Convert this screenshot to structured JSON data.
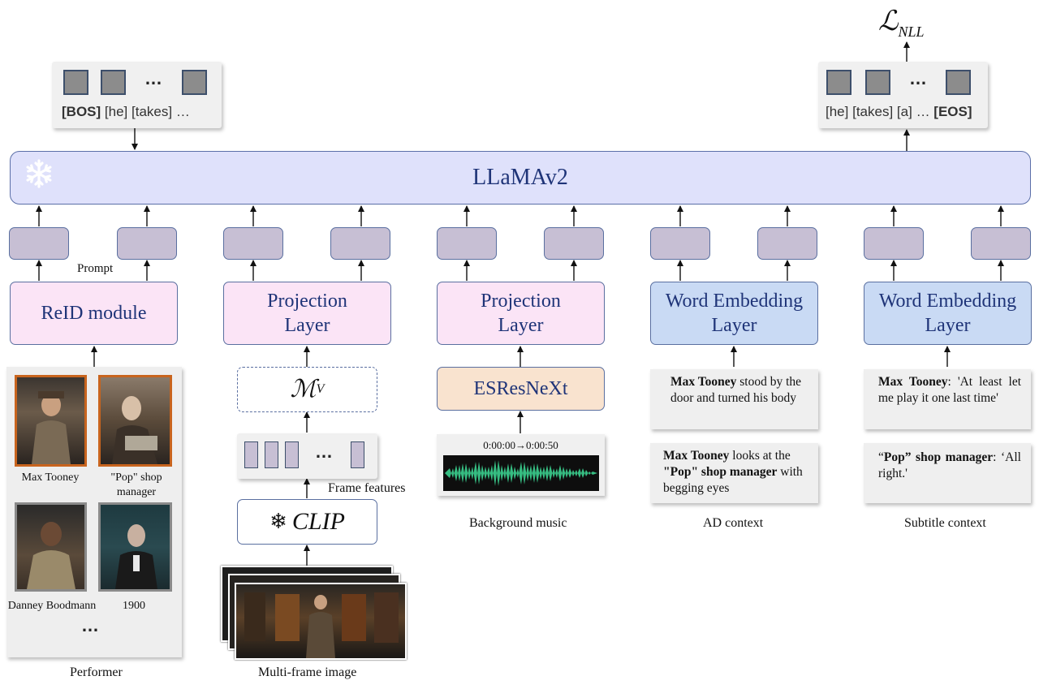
{
  "loss": {
    "symbol": "ℒ",
    "subscript": "NLL"
  },
  "input_tokens": {
    "dots": "…",
    "labels": [
      "[BOS]",
      "[he]",
      "[takes]",
      "…"
    ]
  },
  "output_tokens": {
    "dots": "…",
    "labels": [
      "[he]",
      "[takes]",
      "[a]",
      "…",
      "[EOS]"
    ]
  },
  "llm": {
    "label": "LLaMAv2",
    "frozen_icon": "snowflake-icon"
  },
  "prompt_label": "Prompt",
  "modules": {
    "reid": "ReID module",
    "projection_visual": [
      "Projection",
      "Layer"
    ],
    "projection_audio": [
      "Projection",
      "Layer"
    ],
    "word_embedding_ad": [
      "Word Embedding",
      "Layer"
    ],
    "word_embedding_sub": [
      "Word Embedding",
      "Layer"
    ]
  },
  "visual_branch": {
    "mv": {
      "symbol": "ℳ",
      "subscript": "V"
    },
    "frame_dots": "…",
    "frame_features_label": "Frame features",
    "clip_label": "CLIP",
    "caption": "Multi-frame image"
  },
  "audio_branch": {
    "encoder": "ESResNeXt",
    "timestamp": "0:00:00→0:00:50",
    "caption": "Background music"
  },
  "performers": {
    "items": [
      {
        "name": "Max Tooney"
      },
      {
        "name": "\"Pop\" shop manager"
      },
      {
        "name": "Danney Boodmann"
      },
      {
        "name": "1900"
      }
    ],
    "more": "…",
    "caption": "Performer"
  },
  "ad_context": {
    "entries": [
      {
        "bold": "Max Tooney",
        "text": " stood by the door and turned his body"
      },
      {
        "bold_a": "Max Tooney",
        "text_a": " looks at the ",
        "bold_b": "\"Pop\" shop manager",
        "text_b": " with begging eyes"
      }
    ],
    "caption": "AD context"
  },
  "subtitle_context": {
    "entries": [
      {
        "bold": "Max Tooney",
        "text": ": 'At least let me play it one last time'"
      },
      {
        "prefix": "“",
        "bold": "Pop",
        "bold_rest": "” shop manager",
        "text": ": ‘All right.'"
      }
    ],
    "caption": "Subtitle context"
  },
  "colors": {
    "llm_fill": "#dfe1fb",
    "adapter_fill": "#c7bfd4",
    "projection_fill": "#fbe4f6",
    "embedding_fill": "#c9daf4",
    "audio_encoder_fill": "#f9e3cf",
    "waveform": "#3ddc97",
    "text_blue": "#1f3478"
  }
}
